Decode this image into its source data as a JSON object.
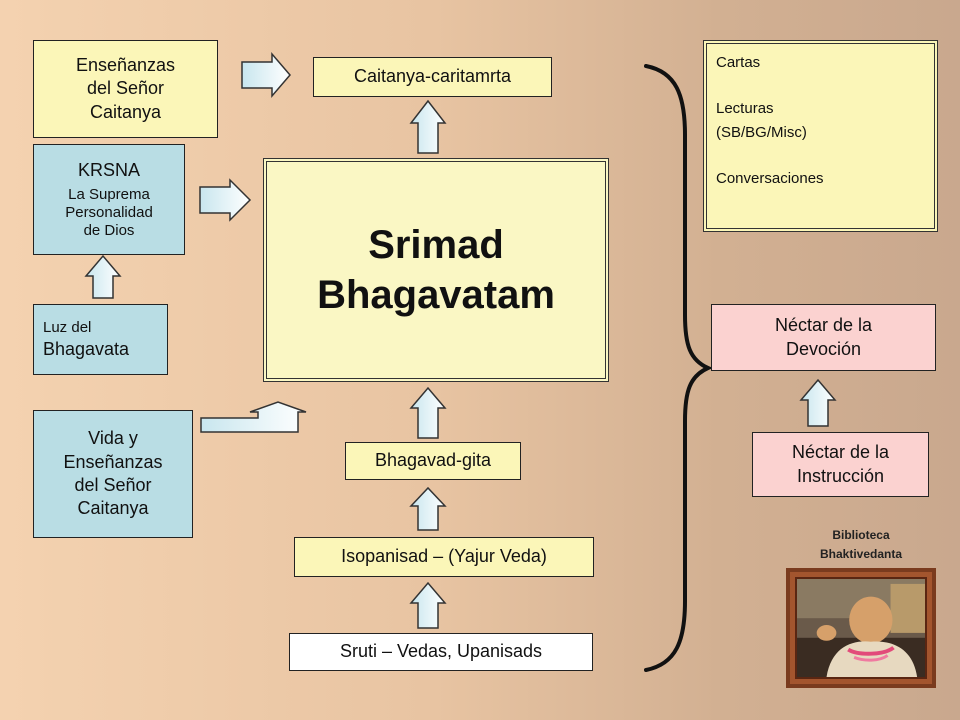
{
  "left_column": {
    "ensenanzas_caitanya": [
      "Enseñanzas",
      "del Señor",
      "Caitanya"
    ],
    "krsna": {
      "title": "KRSNA",
      "subtitle": [
        "La Suprema",
        "Personalidad",
        "de Dios"
      ]
    },
    "luz_bhagavata": [
      "Luz del",
      "Bhagavata"
    ],
    "vida_ensenanzas": [
      "Vida y",
      "Enseñanzas",
      "del Señor",
      "Caitanya"
    ]
  },
  "center_column": {
    "caitanya_caritamrta": "Caitanya-caritamrta",
    "srimad_bhagavatam": [
      "Srimad",
      "Bhagavatam"
    ],
    "bhagavad_gita": "Bhagavad-gita",
    "isopanisad": "Isopanisad – (Yajur Veda)",
    "sruti": "Sruti – Vedas, Upanisads"
  },
  "right_column": {
    "cartas_items": [
      "Cartas",
      "",
      "Lecturas",
      "(SB/BG/Misc)",
      "",
      "Conversaciones"
    ],
    "nectar_devocion": [
      "Néctar de la",
      "Devoción"
    ],
    "nectar_instruccion": [
      "Néctar de la",
      "Instrucción"
    ],
    "library_caption": [
      "Biblioteca",
      "Bhaktivedanta"
    ]
  },
  "colors": {
    "yellow_box": "#fbf6b8",
    "blue_box": "#b9dde4",
    "pink_box": "#fbd2d0",
    "heart": "#f29ab8"
  },
  "icons": {
    "heart": "heart-icon"
  }
}
